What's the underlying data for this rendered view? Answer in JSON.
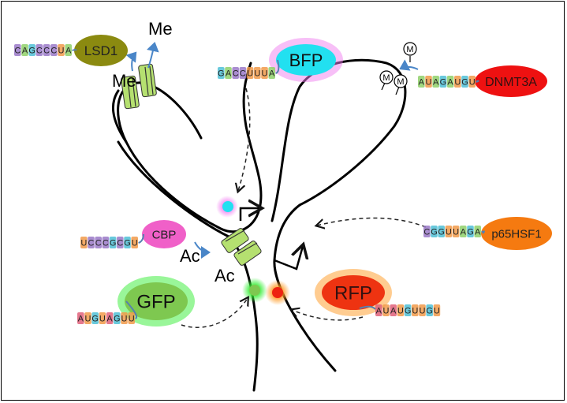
{
  "diagram": {
    "title": "",
    "effectors": [
      {
        "id": "lsd1",
        "label": "LSD1",
        "sequence": "CAGCCCUA",
        "color": "#8b8a10",
        "text_color": "#222222"
      },
      {
        "id": "bfp",
        "label": "BFP",
        "sequence": "GACCUUUA",
        "color": "#22e0f0",
        "glow": "#f080f0",
        "text_color": "#111111"
      },
      {
        "id": "dnmt3a",
        "label": "DNMT3A",
        "sequence": "AUAGAUGU",
        "color": "#ee1111",
        "text_color": "#331111"
      },
      {
        "id": "cbp",
        "label": "CBP",
        "sequence": "UCCCGCGU",
        "color": "#f060c8",
        "text_color": "#222222"
      },
      {
        "id": "p65hsf1",
        "label": "p65HSF1",
        "sequence": "CGGUUAGA",
        "color": "#f57a10",
        "text_color": "#222222"
      },
      {
        "id": "gfp",
        "label": "GFP",
        "sequence": "AUGUAGUU",
        "color": "#7ec850",
        "glow": "#33ee33",
        "text_color": "#111111"
      },
      {
        "id": "rfp",
        "label": "RFP",
        "sequence": "AUAUGUUGU",
        "color": "#ee3311",
        "glow": "#ff9922",
        "text_color": "#331111"
      }
    ],
    "modifications": {
      "methyl_label": "Me",
      "acetyl_label": "Ac",
      "dna_methyl_label": "M"
    },
    "nucleotide_colors": {
      "A": "#8fd06a",
      "C": "#9a79c8",
      "G": "#4fbfd6",
      "U": "#f19a4a",
      "A_alt": "#e0607a"
    }
  }
}
